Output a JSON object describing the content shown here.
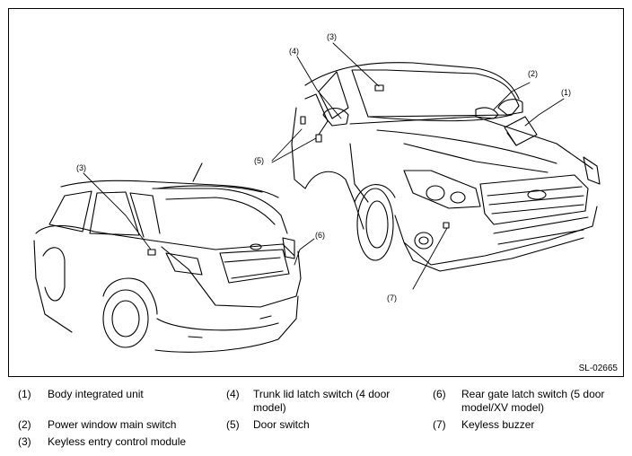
{
  "figure": {
    "id": "SL-02665",
    "callouts": [
      "(1)",
      "(2)",
      "(3)",
      "(4)",
      "(5)",
      "(6)",
      "(7)",
      "(3)"
    ]
  },
  "legend": [
    {
      "num": "(1)",
      "text": "Body integrated unit"
    },
    {
      "num": "(2)",
      "text": "Power window main switch"
    },
    {
      "num": "(3)",
      "text": "Keyless entry control module"
    },
    {
      "num": "(4)",
      "text": "Trunk lid latch switch (4 door model)"
    },
    {
      "num": "(5)",
      "text": "Door switch"
    },
    {
      "num": "(6)",
      "text": "Rear gate latch switch (5 door model/XV model)"
    },
    {
      "num": "(7)",
      "text": "Keyless buzzer"
    }
  ]
}
